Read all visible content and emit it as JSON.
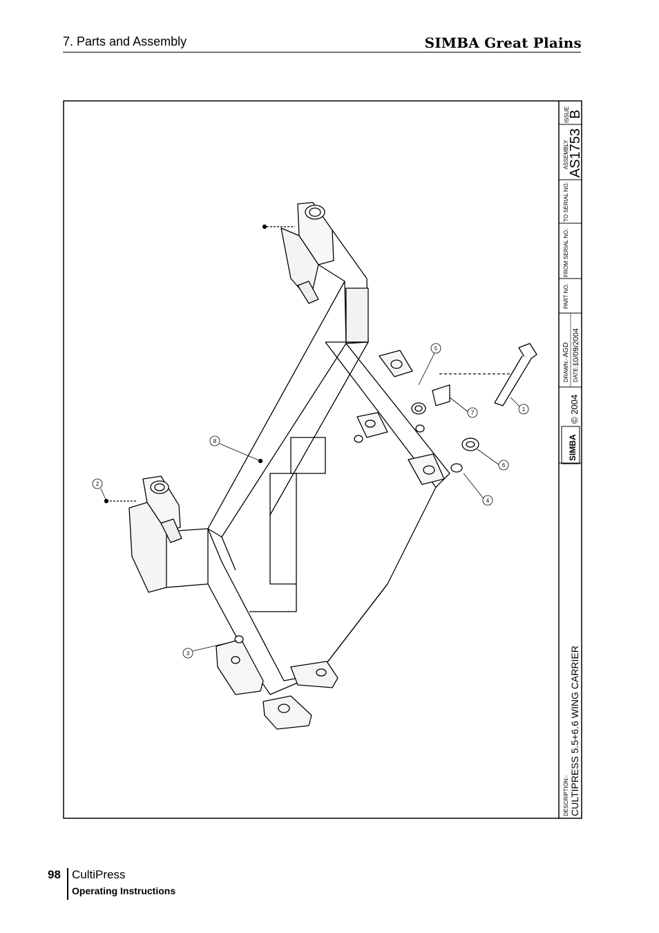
{
  "header": {
    "section": "7. Parts and Assembly",
    "brand": "SIMBA Great Plains"
  },
  "drawing": {
    "title_block": {
      "description_label": "DESCRIPTION:-",
      "description": "CULTIPRESS 5.5+6.6 WING CARRIER",
      "logo_text": "SIMBA",
      "copyright": "© 2004",
      "drawn_label": "DRAWN:-",
      "drawn_value": "AGD",
      "date_label": "DATE:-",
      "date_value": "10/09/2004",
      "part_no_label": "PART NO.",
      "from_serial_label": "FROM SERIAL NO.",
      "to_serial_label": "TO SERIAL NO.",
      "assembly_label": "ASSEMBLY",
      "assembly_value": "AS1753",
      "issue_label": "ISSUE",
      "issue_value": "B"
    },
    "callouts": [
      "1",
      "2",
      "3",
      "4",
      "5",
      "6",
      "7",
      "8"
    ]
  },
  "footer": {
    "page_number": "98",
    "product": "CultiPress",
    "subtitle": "Operating Instructions"
  }
}
